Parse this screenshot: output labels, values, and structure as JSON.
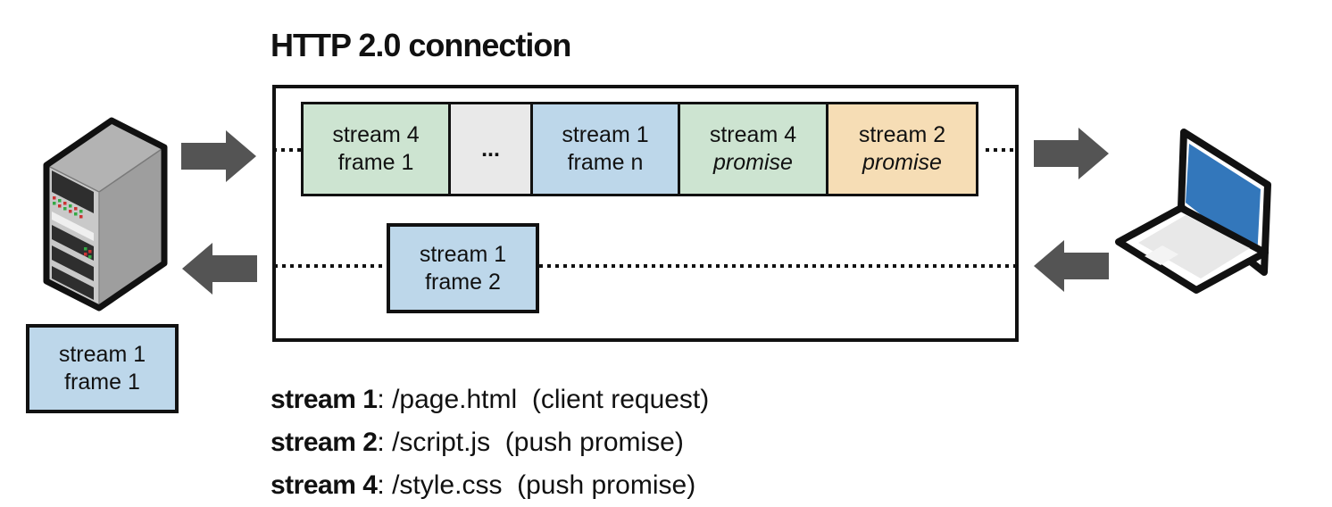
{
  "title": "HTTP 2.0 connection",
  "colors": {
    "frame_green": "#cde4d1",
    "frame_blue": "#bdd7ea",
    "frame_gray": "#e9e9e9",
    "frame_orange": "#f6ddb5",
    "arrow_gray": "#545454",
    "laptop_screen_blue": "#3377bb",
    "outline_black": "#111111"
  },
  "icons": {
    "server": "server-tower-icon",
    "laptop": "laptop-icon",
    "arrow_right": "arrow-right-icon",
    "arrow_left": "arrow-left-icon"
  },
  "connection": {
    "top_frames": [
      {
        "line1": "stream 4",
        "line2": "frame 1",
        "bg": "#cde4d1"
      },
      {
        "line1": "...",
        "line2": "",
        "bg": "#e9e9e9"
      },
      {
        "line1": "stream 1",
        "line2": "frame n",
        "bg": "#bdd7ea"
      },
      {
        "line1": "stream 4",
        "line2": "promise",
        "bg": "#cde4d1"
      },
      {
        "line1": "stream 2",
        "line2": "promise",
        "bg": "#f6ddb5"
      }
    ],
    "bottom_frame": {
      "line1": "stream 1",
      "line2": "frame 2",
      "bg": "#bdd7ea"
    }
  },
  "server_side_frame": {
    "line1": "stream 1",
    "line2": "frame 1",
    "bg": "#bdd7ea"
  },
  "legend": [
    {
      "stream": "stream 1",
      "rest": ": /page.html  (client request)"
    },
    {
      "stream": "stream 2",
      "rest": ": /script.js  (push promise)"
    },
    {
      "stream": "stream 4",
      "rest": ": /style.css  (push promise)"
    }
  ]
}
